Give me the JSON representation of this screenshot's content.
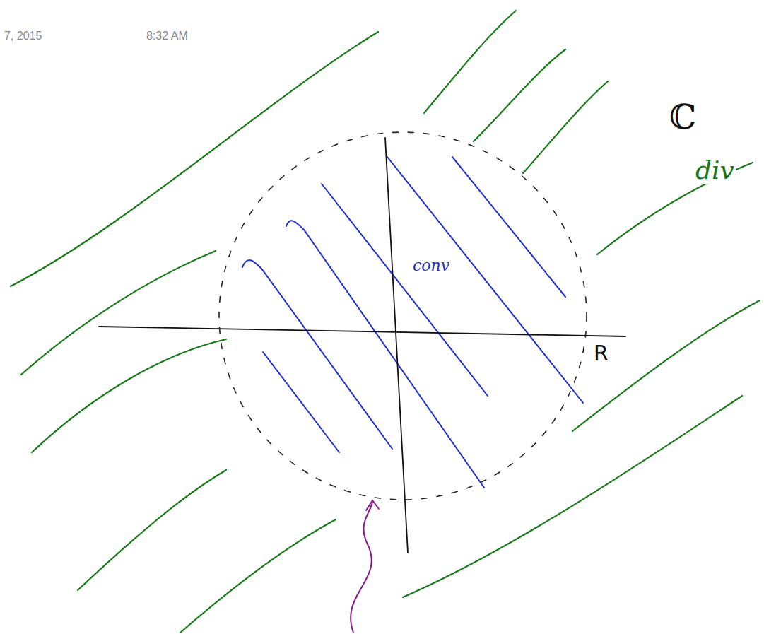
{
  "diagram": {
    "labels": [
      "7, 2015",
      "8:32 AM",
      "ℂ",
      "conv",
      "div",
      "R"
    ]
  }
}
